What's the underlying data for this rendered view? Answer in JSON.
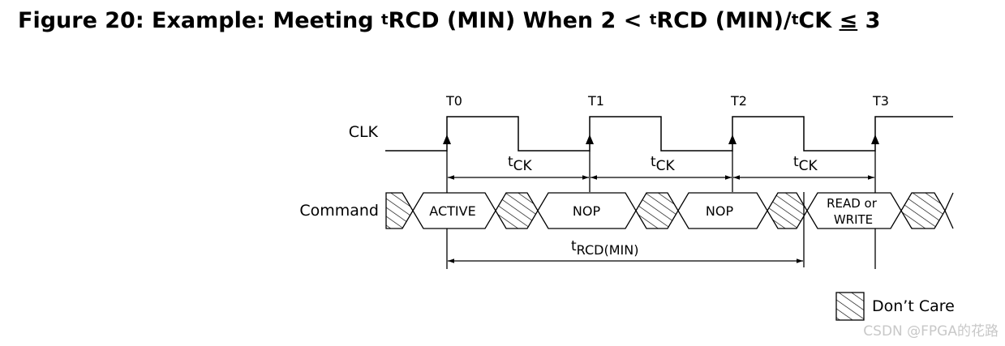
{
  "title": {
    "part1": "Figure 20: Example: Meeting ",
    "t1": "t",
    "part2": "RCD (MIN) When 2 < ",
    "t2": "t",
    "part3": "RCD (MIN)/",
    "t3": "t",
    "part4": "CK ",
    "le": "≤",
    "part5": " 3"
  },
  "diagram": {
    "clock_label": "CLK",
    "command_label": "Command",
    "edges": [
      "T0",
      "T1",
      "T2",
      "T3"
    ],
    "tck_t": "t",
    "tck_sub": "CK",
    "trcd_t": "t",
    "trcd_sub": "RCD(MIN)",
    "commands": [
      "ACTIVE",
      "NOP",
      "NOP"
    ],
    "read_write_line1": "READ or",
    "read_write_line2": "WRITE",
    "legend_label": "Don’t Care"
  },
  "watermark": "CSDN @FPGA的花路"
}
